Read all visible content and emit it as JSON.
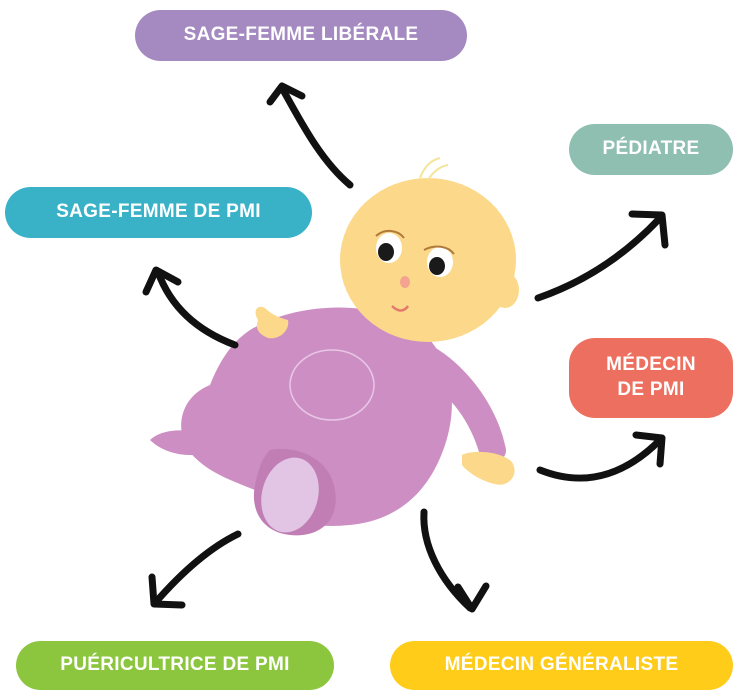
{
  "professionals": {
    "sage_femme_liberale": {
      "label": "SAGE-FEMME LIBÉRALE",
      "color": "#a48ac0"
    },
    "pediatre": {
      "label": "PÉDIATRE",
      "color": "#8fbfb0"
    },
    "sage_femme_pmi": {
      "label": "SAGE-FEMME DE PMI",
      "color": "#39b2c8"
    },
    "medecin_pmi": {
      "line1": "MÉDECIN",
      "line2": "DE PMI",
      "color": "#ec6f5f"
    },
    "puericultrice_pmi": {
      "label": "PUÉRICULTRICE DE PMI",
      "color": "#8cc63f"
    },
    "medecin_generaliste": {
      "label": "MÉDECIN GÉNÉRALISTE",
      "color": "#ffcc1a"
    }
  },
  "colors": {
    "arrow": "#111111",
    "baby_skin": "#fcd98a",
    "onesie": "#cd8fc3",
    "onesie_shadow": "#c07eb5",
    "onesie_patch": "#e2c4e4"
  }
}
